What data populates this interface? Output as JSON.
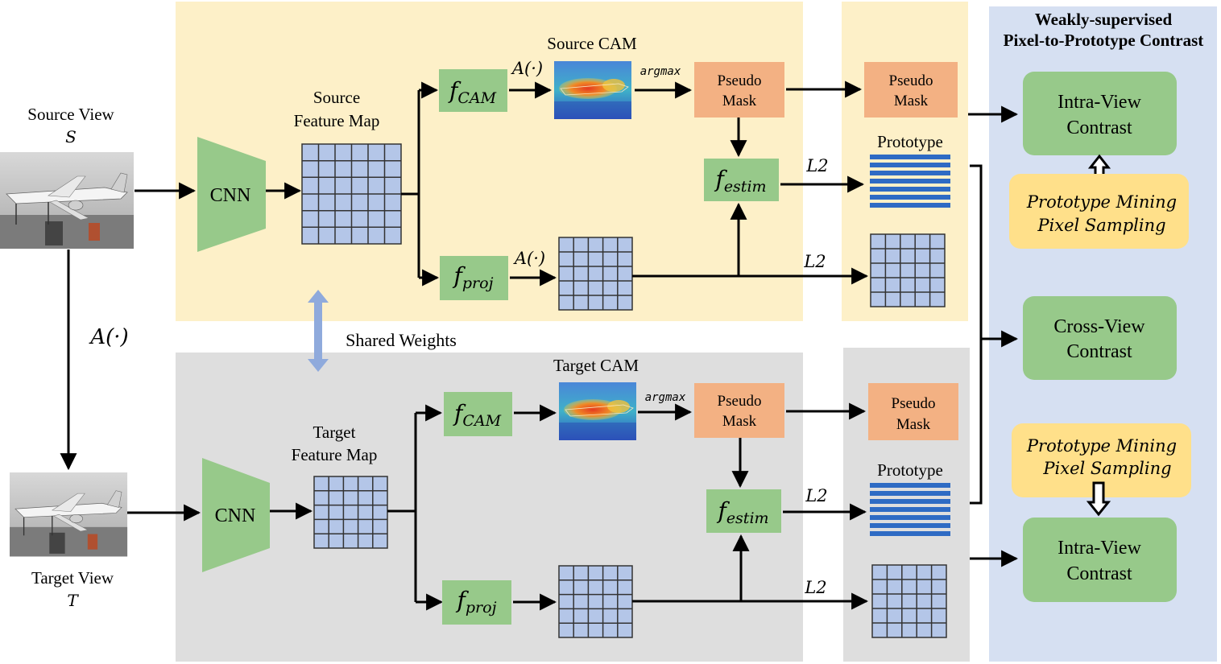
{
  "source_view": {
    "label": "Source View",
    "symbol": "S"
  },
  "target_view": {
    "label": "Target View",
    "symbol": "T"
  },
  "aug_label": "A(·)",
  "cnn_label": "CNN",
  "shared_weights": "Shared Weights",
  "source_feature_map": {
    "line1": "Source",
    "line2": "Feature Map"
  },
  "target_feature_map": {
    "line1": "Target",
    "line2": "Feature Map"
  },
  "source_cam_title": "Source CAM",
  "target_cam_title": "Target CAM",
  "f_cam": {
    "base": "f",
    "sub": "CAM"
  },
  "f_proj": {
    "base": "f",
    "sub": "proj"
  },
  "f_estim": {
    "base": "f",
    "sub": "estim"
  },
  "aug_small": "A(·)",
  "argmax": "argmax",
  "pseudo_mask": {
    "line1": "Pseudo",
    "line2": "Mask"
  },
  "prototype": "Prototype",
  "l2": "L2",
  "wspc_title": {
    "line1": "Weakly-supervised",
    "line2": "Pixel-to-Prototype Contrast"
  },
  "intra_view": {
    "line1": "Intra-View",
    "line2": "Contrast"
  },
  "cross_view": {
    "line1": "Cross-View",
    "line2": "Contrast"
  },
  "mining": {
    "line1": "Prototype Mining",
    "line2": "Pixel Sampling"
  },
  "colors": {
    "source_bg": "#fdf0c8",
    "target_bg": "#dedede",
    "right_panel": "#d6e0f2",
    "green": "#97c98a",
    "orange": "#f3b183",
    "yellow": "#ffe08a",
    "grid_fill": "#b4c6e8",
    "proto_blue": "#2e6bc4",
    "shared_arrow": "#8faadc"
  },
  "icons": {
    "view_image": "airplane-photo",
    "cam_image": "heatmap-photo"
  }
}
